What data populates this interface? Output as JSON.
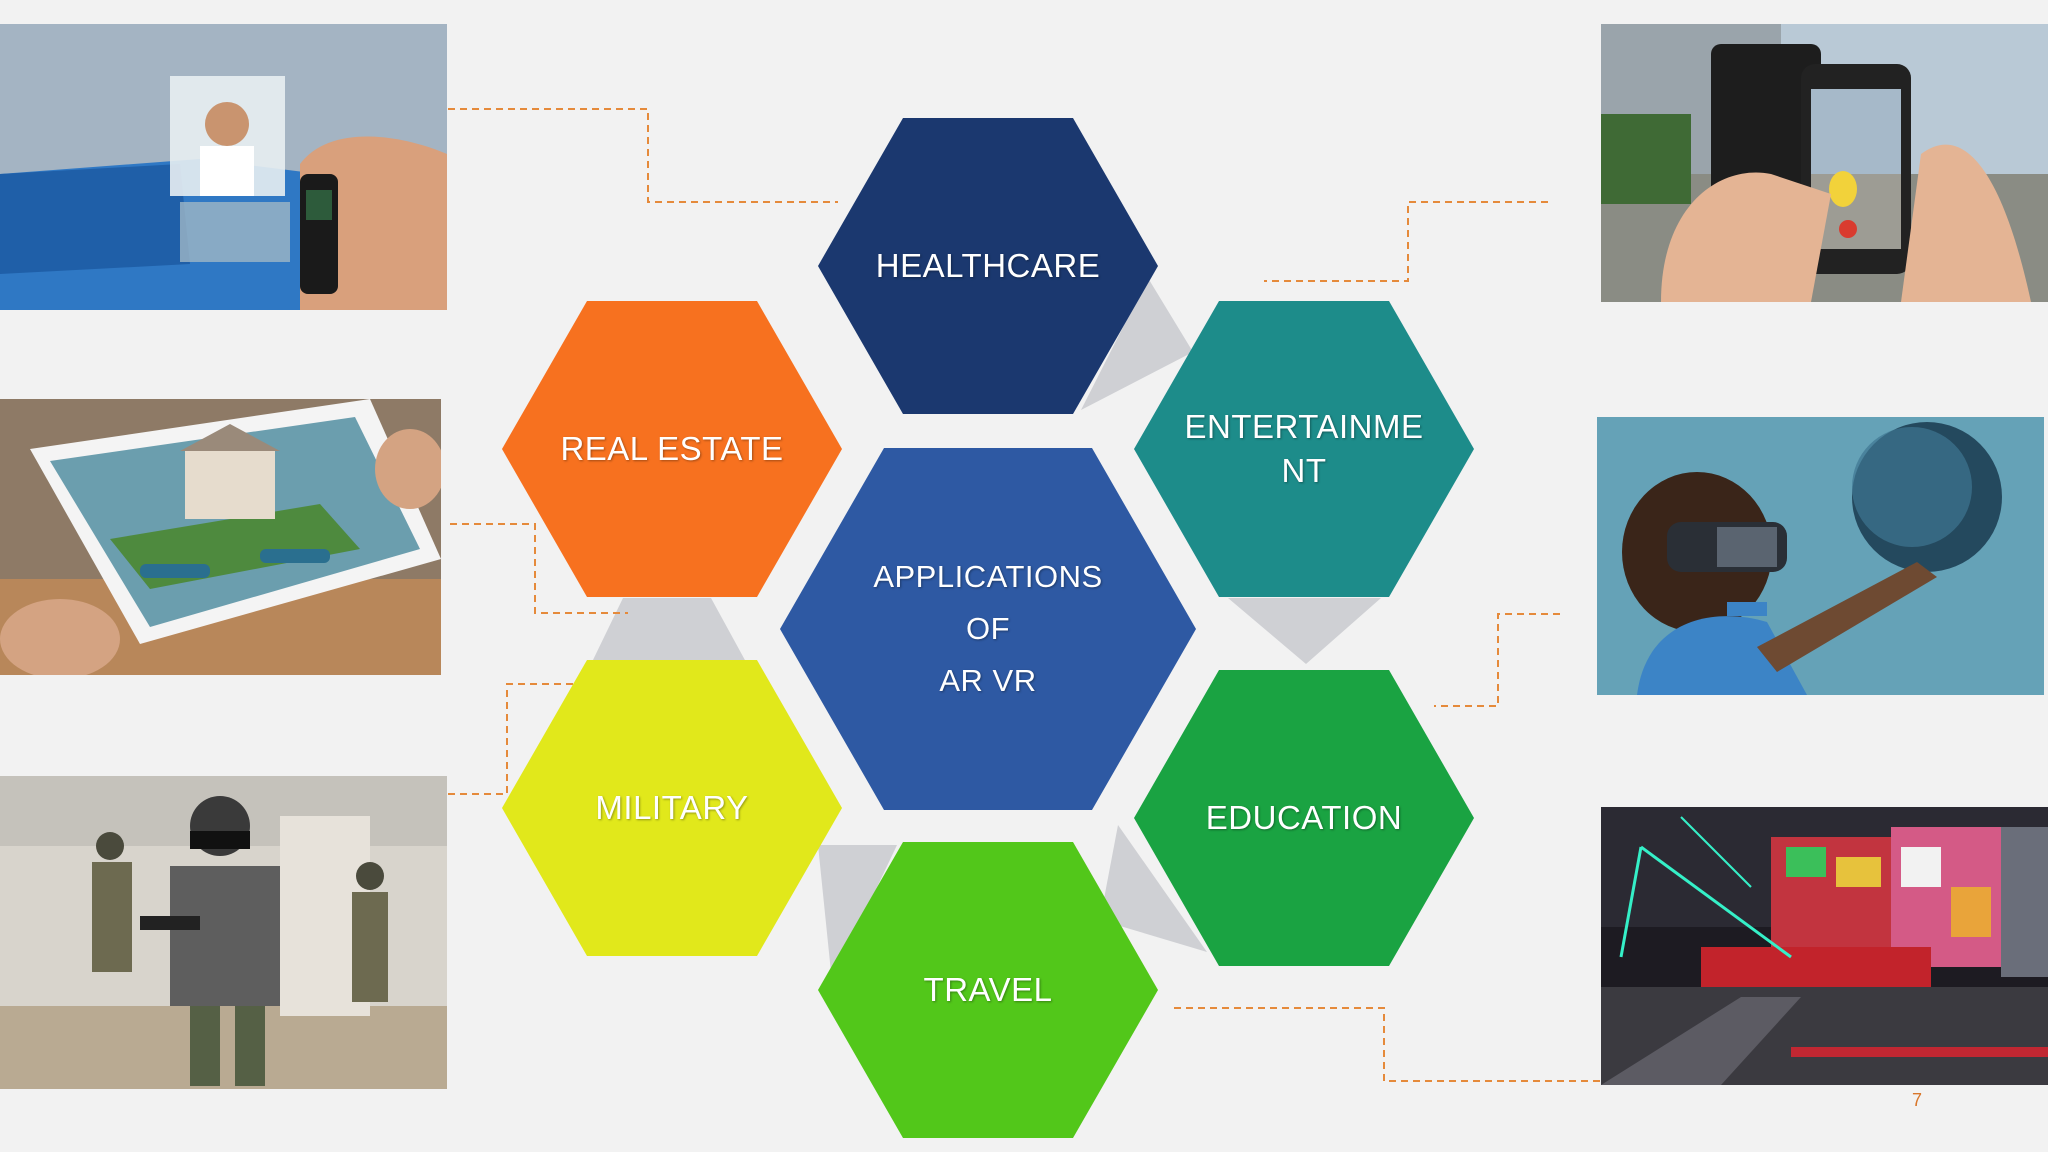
{
  "diagram": {
    "center": {
      "line1": "APPLICATIONS",
      "line2": "OF",
      "line3": "AR VR"
    },
    "hexagons": {
      "healthcare": "HEALTHCARE",
      "real_estate": "REAL ESTATE",
      "entertainment_line1": "ENTERTAINME",
      "entertainment_line2": "NT",
      "military": "MILITARY",
      "education": "EDUCATION",
      "travel": "TRAVEL"
    },
    "images": [
      "smartwatch-ar-call",
      "tablet-house-model",
      "vr-soldier-training",
      "phone-pokemon-ar",
      "child-vr-headset",
      "ar-city-street"
    ]
  },
  "colors": {
    "healthcare": "#1b386f",
    "center": "#2e59a3",
    "real_estate": "#f7711f",
    "entertainment": "#1d8c8a",
    "military": "#e1e81b",
    "education": "#1aa342",
    "travel": "#52c71a",
    "connector": "#e58a3b",
    "triangle": "#cfd0d4",
    "background": "#f2f2f2"
  },
  "page_number": "7"
}
